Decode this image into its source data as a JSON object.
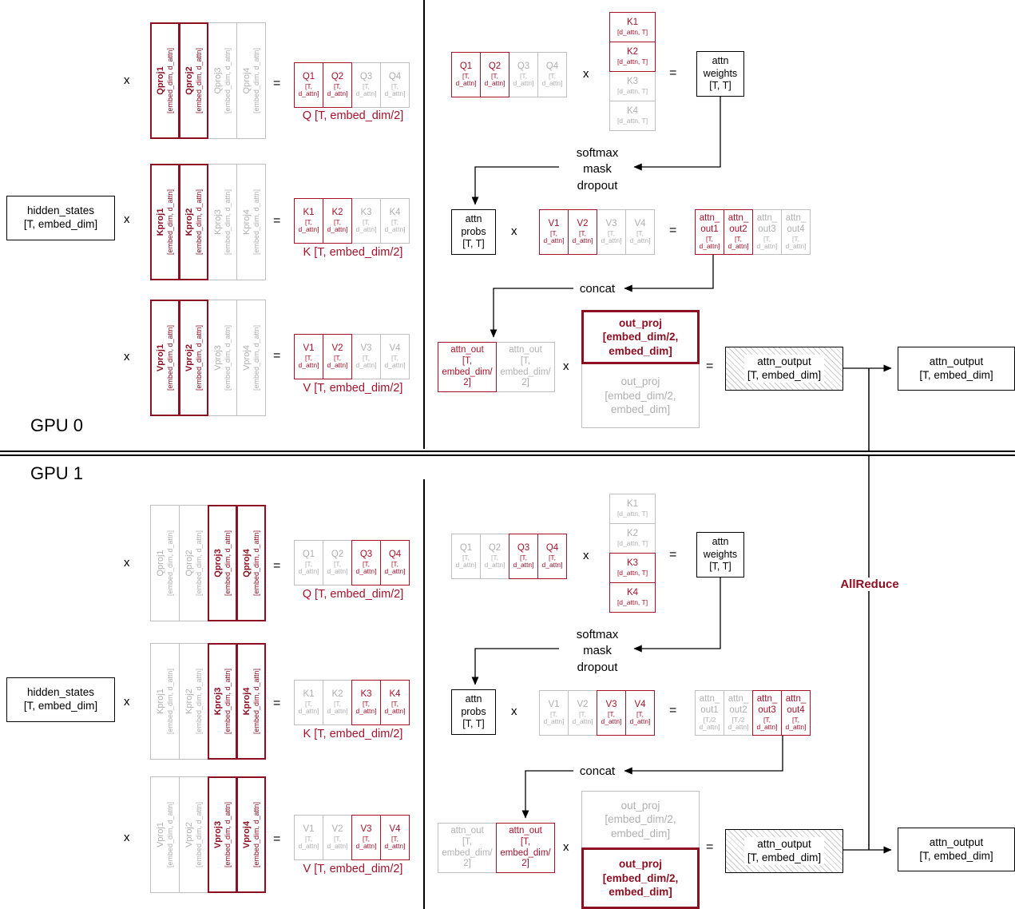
{
  "colors": {
    "accent": "#a6122a",
    "accent_dark": "#8c0f22",
    "inactive": "#b0b0b0",
    "inactive_border": "#bfbfbf"
  },
  "operators": {
    "times": "x",
    "equals": "="
  },
  "labels": {
    "gpu0": "GPU 0",
    "gpu1": "GPU 1",
    "allreduce": "AllReduce"
  },
  "gpu0": {
    "hidden_states": "hidden_states\n[T, embed_dim]",
    "rows": [
      {
        "caption": "Q [T, embed_dim/2]",
        "cols": [
          {
            "name": "Qproj1",
            "dims": "[embed_dim, d_attn]",
            "active": true
          },
          {
            "name": "Qproj2",
            "dims": "[embed_dim, d_attn]",
            "active": true
          },
          {
            "name": "Qproj3",
            "dims": "[embed_dim, d_attn]",
            "active": false
          },
          {
            "name": "Qproj4",
            "dims": "[embed_dim, d_attn]",
            "active": false
          }
        ],
        "results": [
          {
            "name": "Q1",
            "dims": "[T,\nd_attn]",
            "active": true
          },
          {
            "name": "Q2",
            "dims": "[T,\nd_attn]",
            "active": true
          },
          {
            "name": "Q3",
            "dims": "[T,\nd_attn]",
            "active": false
          },
          {
            "name": "Q4",
            "dims": "[T,\nd_attn]",
            "active": false
          }
        ]
      },
      {
        "caption": "K [T, embed_dim/2]",
        "cols": [
          {
            "name": "Kproj1",
            "dims": "[embed_dim, d_attn]",
            "active": true
          },
          {
            "name": "Kproj2",
            "dims": "[embed_dim, d_attn]",
            "active": true
          },
          {
            "name": "Kproj3",
            "dims": "[embed_dim, d_attn]",
            "active": false
          },
          {
            "name": "Kproj4",
            "dims": "[embed_dim, d_attn]",
            "active": false
          }
        ],
        "results": [
          {
            "name": "K1",
            "dims": "[T,\nd_attn]",
            "active": true
          },
          {
            "name": "K2",
            "dims": "[T,\nd_attn]",
            "active": true
          },
          {
            "name": "K3",
            "dims": "[T,\nd_attn]",
            "active": false
          },
          {
            "name": "K4",
            "dims": "[T,\nd_attn]",
            "active": false
          }
        ]
      },
      {
        "caption": "V [T, embed_dim/2]",
        "cols": [
          {
            "name": "Vproj1",
            "dims": "[embed_dim, d_attn]",
            "active": true
          },
          {
            "name": "Vproj2",
            "dims": "[embed_dim, d_attn]",
            "active": true
          },
          {
            "name": "Vproj3",
            "dims": "[embed_dim, d_attn]",
            "active": false
          },
          {
            "name": "Vproj4",
            "dims": "[embed_dim, d_attn]",
            "active": false
          }
        ],
        "results": [
          {
            "name": "V1",
            "dims": "[T,\nd_attn]",
            "active": true
          },
          {
            "name": "V2",
            "dims": "[T,\nd_attn]",
            "active": true
          },
          {
            "name": "V3",
            "dims": "[T,\nd_attn]",
            "active": false
          },
          {
            "name": "V4",
            "dims": "[T,\nd_attn]",
            "active": false
          }
        ]
      }
    ],
    "attn": {
      "q_row": [
        {
          "name": "Q1",
          "dims": "[T,\nd_attn]",
          "active": true
        },
        {
          "name": "Q2",
          "dims": "[T,\nd_attn]",
          "active": true
        },
        {
          "name": "Q3",
          "dims": "[T,\nd_attn]",
          "active": false
        },
        {
          "name": "Q4",
          "dims": "[T,\nd_attn]",
          "active": false
        }
      ],
      "k_stack": [
        {
          "name": "K1",
          "dims": "[d_attn, T]",
          "active": true
        },
        {
          "name": "K2",
          "dims": "[d_attn, T]",
          "active": true
        },
        {
          "name": "K3",
          "dims": "[d_attn, T]",
          "active": false
        },
        {
          "name": "K4",
          "dims": "[d_attn, T]",
          "active": false
        }
      ],
      "attn_weights": "attn\nweights\n[T, T]",
      "softmax": "softmax\nmask\ndropout",
      "attn_probs": "attn\nprobs\n[T, T]",
      "v_row": [
        {
          "name": "V1",
          "dims": "[T,\nd_attn]",
          "active": true
        },
        {
          "name": "V2",
          "dims": "[T,\nd_attn]",
          "active": true
        },
        {
          "name": "V3",
          "dims": "[T,\nd_attn]",
          "active": false
        },
        {
          "name": "V4",
          "dims": "[T,\nd_attn]",
          "active": false
        }
      ],
      "out_row": [
        {
          "name": "attn_\nout1",
          "dims": "[T,\nd_attn]",
          "active": true
        },
        {
          "name": "attn_\nout2",
          "dims": "[T,\nd_attn]",
          "active": true
        },
        {
          "name": "attn_\nout3",
          "dims": "[T,\nd_attn]",
          "active": false
        },
        {
          "name": "attn_\nout4",
          "dims": "[T,\nd_attn]",
          "active": false
        }
      ],
      "concat": "concat",
      "attn_out_pair": [
        {
          "text": "attn_out\n[T,\nembed_dim/\n2]",
          "active": true
        },
        {
          "text": "attn_out\n[T,\nembed_dim/\n2]",
          "active": false
        }
      ],
      "out_proj_pair": [
        {
          "text": "out_proj\n[embed_dim/2,\nembed_dim]",
          "active": true
        },
        {
          "text": "out_proj\n[embed_dim/2,\nembed_dim]",
          "active": false
        }
      ],
      "attn_output_partial": "attn_output\n[T, embed_dim]",
      "attn_output_final": "attn_output\n[T, embed_dim]"
    }
  },
  "gpu1": {
    "hidden_states": "hidden_states\n[T, embed_dim]",
    "rows": [
      {
        "caption": "Q [T, embed_dim/2]",
        "cols": [
          {
            "name": "Qproj1",
            "dims": "[embed_dim, d_attn]",
            "active": false
          },
          {
            "name": "Qproj2",
            "dims": "[embed_dim, d_attn]",
            "active": false
          },
          {
            "name": "Qproj3",
            "dims": "[embed_dim, d_attn]",
            "active": true
          },
          {
            "name": "Qproj4",
            "dims": "[embed_dim, d_attn]",
            "active": true
          }
        ],
        "results": [
          {
            "name": "Q1",
            "dims": "[T,\nd_attn]",
            "active": false
          },
          {
            "name": "Q2",
            "dims": "[T,\nd_attn]",
            "active": false
          },
          {
            "name": "Q3",
            "dims": "[T,\nd_attn]",
            "active": true
          },
          {
            "name": "Q4",
            "dims": "[T,\nd_attn]",
            "active": true
          }
        ]
      },
      {
        "caption": "K [T, embed_dim/2]",
        "cols": [
          {
            "name": "Kproj1",
            "dims": "[embed_dim, d_attn]",
            "active": false
          },
          {
            "name": "Kproj2",
            "dims": "[embed_dim, d_attn]",
            "active": false
          },
          {
            "name": "Kproj3",
            "dims": "[embed_dim, d_attn]",
            "active": true
          },
          {
            "name": "Kproj4",
            "dims": "[embed_dim, d_attn]",
            "active": true
          }
        ],
        "results": [
          {
            "name": "K1",
            "dims": "[T,\nd_attn]",
            "active": false
          },
          {
            "name": "K2",
            "dims": "[T,\nd_attn]",
            "active": false
          },
          {
            "name": "K3",
            "dims": "[T,\nd_attn]",
            "active": true
          },
          {
            "name": "K4",
            "dims": "[T,\nd_attn]",
            "active": true
          }
        ]
      },
      {
        "caption": "V [T, embed_dim/2]",
        "cols": [
          {
            "name": "Vproj1",
            "dims": "[embed_dim, d_attn]",
            "active": false
          },
          {
            "name": "Vproj2",
            "dims": "[embed_dim, d_attn]",
            "active": false
          },
          {
            "name": "Vproj3",
            "dims": "[embed_dim, d_attn]",
            "active": true
          },
          {
            "name": "Vproj4",
            "dims": "[embed_dim, d_attn]",
            "active": true
          }
        ],
        "results": [
          {
            "name": "V1",
            "dims": "[T,\nd_attn]",
            "active": false
          },
          {
            "name": "V2",
            "dims": "[T,\nd_attn]",
            "active": false
          },
          {
            "name": "V3",
            "dims": "[T,\nd_attn]",
            "active": true
          },
          {
            "name": "V4",
            "dims": "[T,\nd_attn]",
            "active": true
          }
        ]
      }
    ],
    "attn": {
      "q_row": [
        {
          "name": "Q1",
          "dims": "[T,\nd_attn]",
          "active": false
        },
        {
          "name": "Q2",
          "dims": "[T,\nd_attn]",
          "active": false
        },
        {
          "name": "Q3",
          "dims": "[T,\nd_attn]",
          "active": true
        },
        {
          "name": "Q4",
          "dims": "[T,\nd_attn]",
          "active": true
        }
      ],
      "k_stack": [
        {
          "name": "K1",
          "dims": "[d_attn, T]",
          "active": false
        },
        {
          "name": "K2",
          "dims": "[d_attn, T]",
          "active": false
        },
        {
          "name": "K3",
          "dims": "[d_attn, T]",
          "active": true
        },
        {
          "name": "K4",
          "dims": "[d_attn, T]",
          "active": true
        }
      ],
      "attn_weights": "attn\nweights\n[T, T]",
      "softmax": "softmax\nmask\ndropout",
      "attn_probs": "attn\nprobs\n[T, T]",
      "v_row": [
        {
          "name": "V1",
          "dims": "[T,\nd_attn]",
          "active": false
        },
        {
          "name": "V2",
          "dims": "[T,\nd_attn]",
          "active": false
        },
        {
          "name": "V3",
          "dims": "[T,\nd_attn]",
          "active": true
        },
        {
          "name": "V4",
          "dims": "[T,\nd_attn]",
          "active": true
        }
      ],
      "out_row": [
        {
          "name": "attn_\nout1",
          "dims": "[T,/2\nd_attn]",
          "active": false
        },
        {
          "name": "attn_\nout2",
          "dims": "[T,/2\nd_attn]",
          "active": false
        },
        {
          "name": "attn_\nout3",
          "dims": "[T,\nd_attn]",
          "active": true
        },
        {
          "name": "attn_\nout4",
          "dims": "[T,\nd_attn]",
          "active": true
        }
      ],
      "concat": "concat",
      "attn_out_pair": [
        {
          "text": "attn_out\n[T,\nembed_dim/\n2]",
          "active": false
        },
        {
          "text": "attn_out\n[T,\nembed_dim/\n2]",
          "active": true
        }
      ],
      "out_proj_pair": [
        {
          "text": "out_proj\n[embed_dim/2,\nembed_dim]",
          "active": false
        },
        {
          "text": "out_proj\n[embed_dim/2,\nembed_dim]",
          "active": true
        }
      ],
      "attn_output_partial": "attn_output\n[T, embed_dim]",
      "attn_output_final": "attn_output\n[T, embed_dim]"
    }
  }
}
